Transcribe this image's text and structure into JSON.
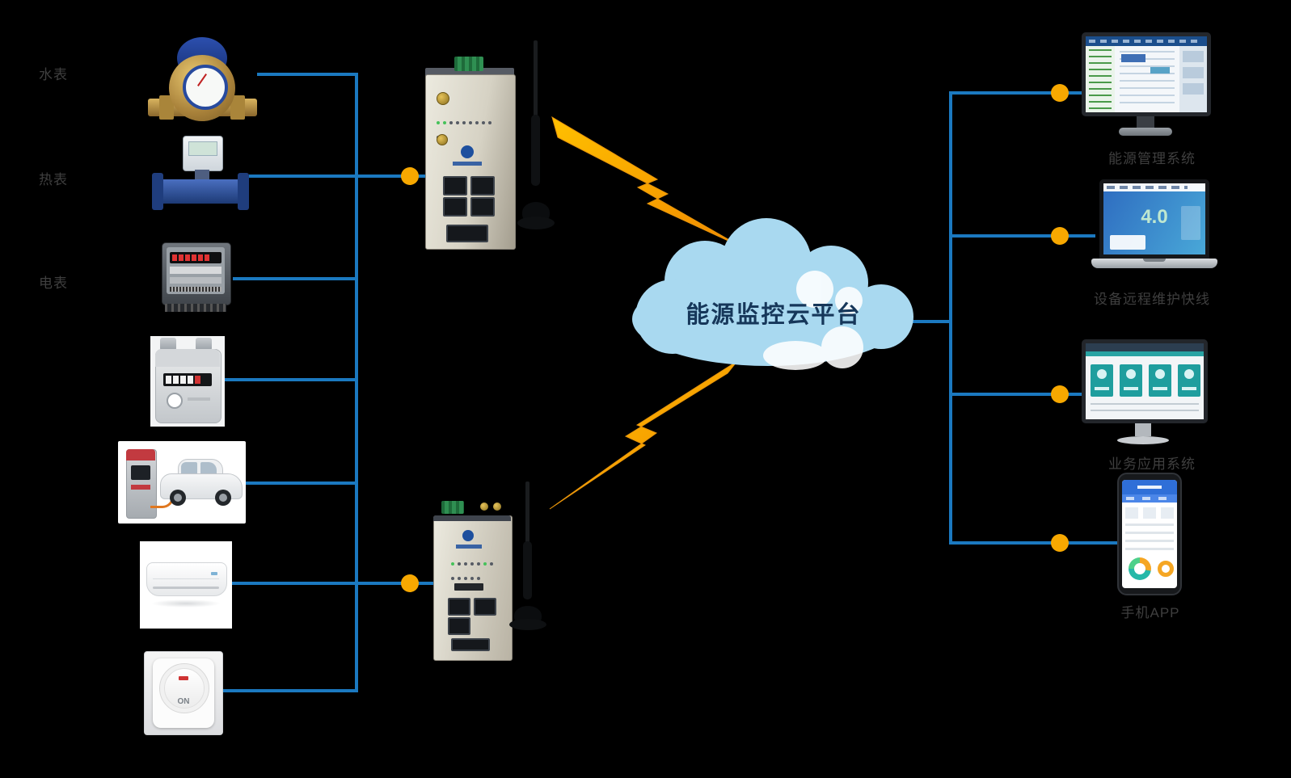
{
  "colors": {
    "background": "#000000",
    "connector_blue": "#1B79C0",
    "node_orange": "#F7A800",
    "bolt_gradient_start": "#FFC000",
    "bolt_gradient_end": "#F08A00",
    "cloud_fill": "#A9D9F0",
    "label_color": "#3F3F3F",
    "cloud_text_color": "#16375A"
  },
  "cloud": {
    "label": "能源监控云平台"
  },
  "left_devices": {
    "water_meter": {
      "label": "水表"
    },
    "heat_meter": {
      "label": "热表"
    },
    "electric_meter": {
      "label": "电表"
    }
  },
  "switch": {
    "on_label": "ON"
  },
  "laptop_screen": {
    "headline": "4.0"
  },
  "right_devices": {
    "energy_management": {
      "label": "能源管理系统"
    },
    "remote_maintenance": {
      "label": "设备远程维护快线"
    },
    "business_application": {
      "label": "业务应用系统"
    },
    "mobile_app": {
      "label": "手机APP"
    }
  }
}
